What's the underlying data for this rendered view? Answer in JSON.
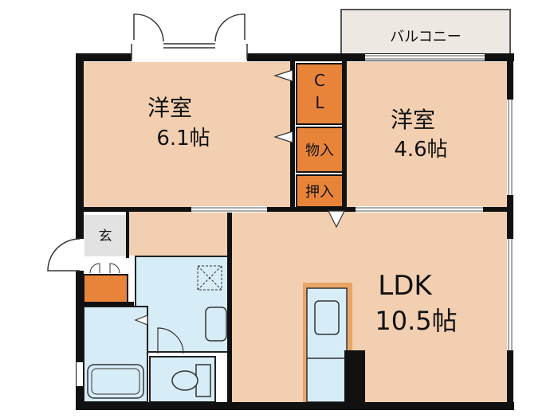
{
  "rooms": {
    "western_room_1": {
      "name": "洋室",
      "size": "6.1帖"
    },
    "western_room_2": {
      "name": "洋室",
      "size": "4.6帖"
    },
    "ldk": {
      "name": "LDK",
      "size": "10.5帖"
    },
    "balcony": {
      "name": "バルコニー"
    },
    "closet": {
      "line1": "C",
      "line2": "L"
    },
    "storage": {
      "name": "物入"
    },
    "oshiire": {
      "name": "押入"
    },
    "entrance": {
      "name": "玄"
    }
  },
  "colors": {
    "room_fill": "#f2cfb0",
    "wet_area_fill": "#d6ecf6",
    "storage_fill": "#e8843a",
    "wall": "#111111",
    "balcony_fill": "#ede8e2",
    "entrance_floor": "#e2e2e2"
  }
}
